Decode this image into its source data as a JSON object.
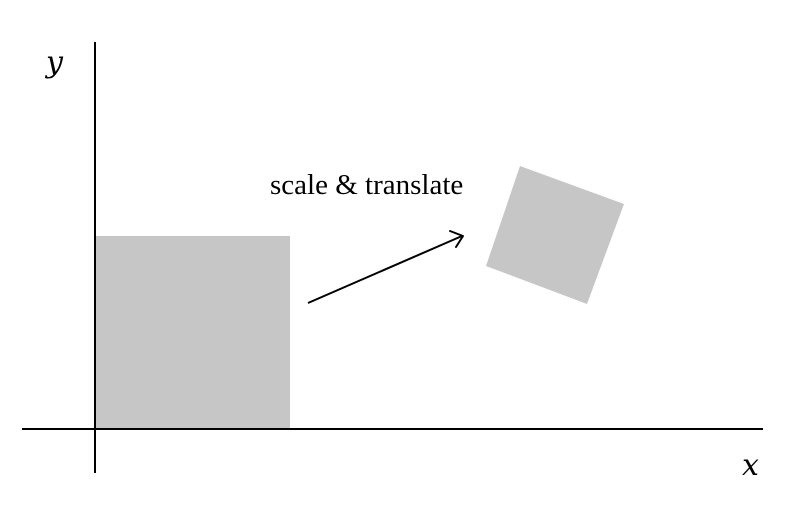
{
  "diagram": {
    "caption": "scale & translate",
    "axes": {
      "x_label": "x",
      "y_label": "y"
    },
    "colors": {
      "axis": "#000000",
      "shape_fill": "#c6c6c6",
      "arrow": "#000000",
      "background": "#ffffff"
    },
    "transform": {
      "operations": [
        "scale",
        "translate"
      ]
    }
  }
}
